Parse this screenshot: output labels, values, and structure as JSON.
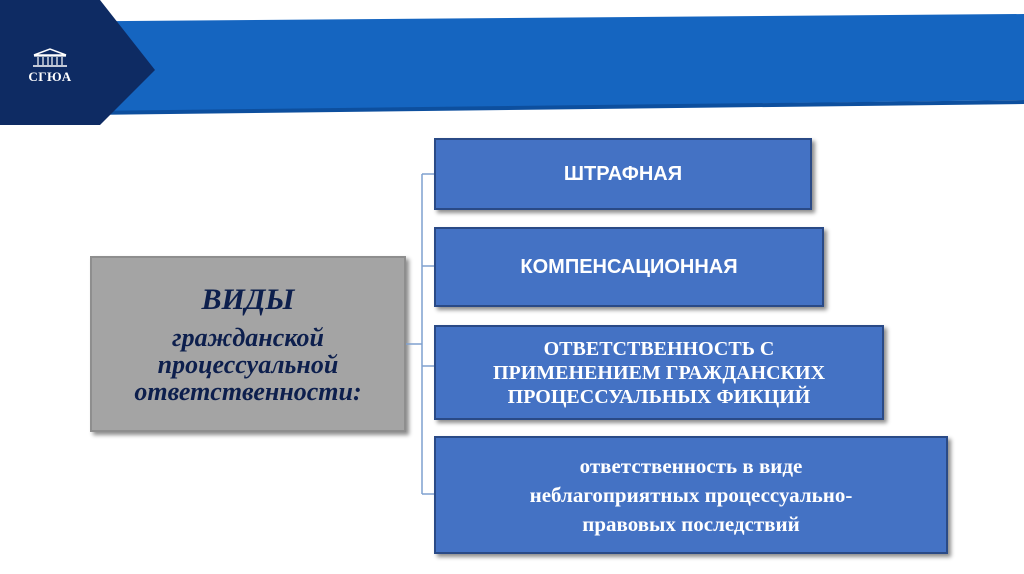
{
  "logo": {
    "text": "СГЮА",
    "icon": "building-columns-icon"
  },
  "colors": {
    "header_blue": "#1565c0",
    "header_dark_navy": "#0e2b63",
    "box_blue": "#4472c4",
    "main_box_gray": "#a4a4a4",
    "main_text": "#0d1f4d"
  },
  "main": {
    "title": "ВИДЫ",
    "subtitle_lines": [
      "гражданской",
      "процессуальной",
      "ответственности:"
    ]
  },
  "items": [
    {
      "lines": [
        "ШТРАФНАЯ"
      ]
    },
    {
      "lines": [
        "КОМПЕНСАЦИОННАЯ"
      ]
    },
    {
      "lines": [
        "ОТВЕТСТВЕННОСТЬ С",
        "ПРИМЕНЕНИЕМ ГРАЖДАНСКИХ",
        "ПРОЦЕССУАЛЬНЫХ ФИКЦИЙ"
      ]
    },
    {
      "lines": [
        "ответственность в виде",
        "неблагоприятных процессуально-",
        "правовых последствий"
      ]
    }
  ]
}
